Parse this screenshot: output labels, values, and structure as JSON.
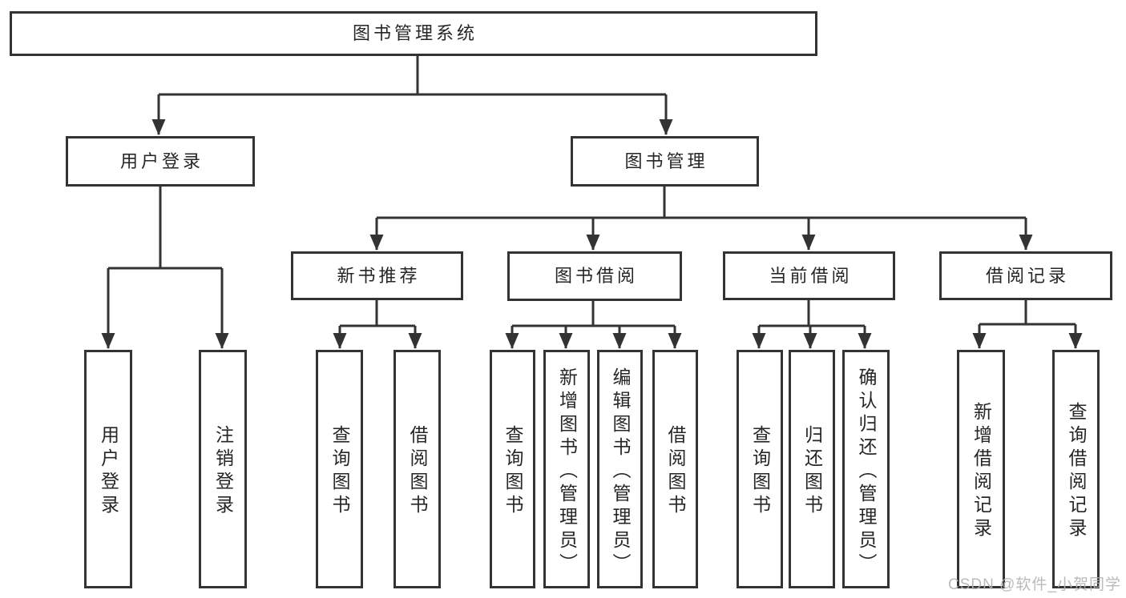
{
  "diagram": {
    "title": "图书管理系统",
    "level2": {
      "user_login": "用户登录",
      "book_mgmt": "图书管理"
    },
    "level3": {
      "new_books": "新书推荐",
      "book_borrow": "图书借阅",
      "current_borrow": "当前借阅",
      "borrow_records": "借阅记录"
    },
    "leaves": {
      "user_login": "用户登录",
      "logout": "注销登录",
      "nb_query_book": "查询图书",
      "nb_borrow_book": "借阅图书",
      "bb_query_book": "查询图书",
      "bb_add_book": "新增图书（管理员）",
      "bb_edit_book": "编辑图书（管理员）",
      "bb_borrow_book": "借阅图书",
      "cb_query_book": "查询图书",
      "cb_return_book": "归还图书",
      "cb_confirm_return": "确认归还（管理员）",
      "br_add_record": "新增借阅记录",
      "br_query_record": "查询借阅记录"
    }
  },
  "watermark": {
    "text": "CSDN @软件_小贺同学"
  },
  "colors": {
    "line": "#333333",
    "box_border": "#333333",
    "box_fill": "#ffffff",
    "text": "#262626",
    "watermark": "#b3b3b3",
    "background": "#ffffff"
  }
}
